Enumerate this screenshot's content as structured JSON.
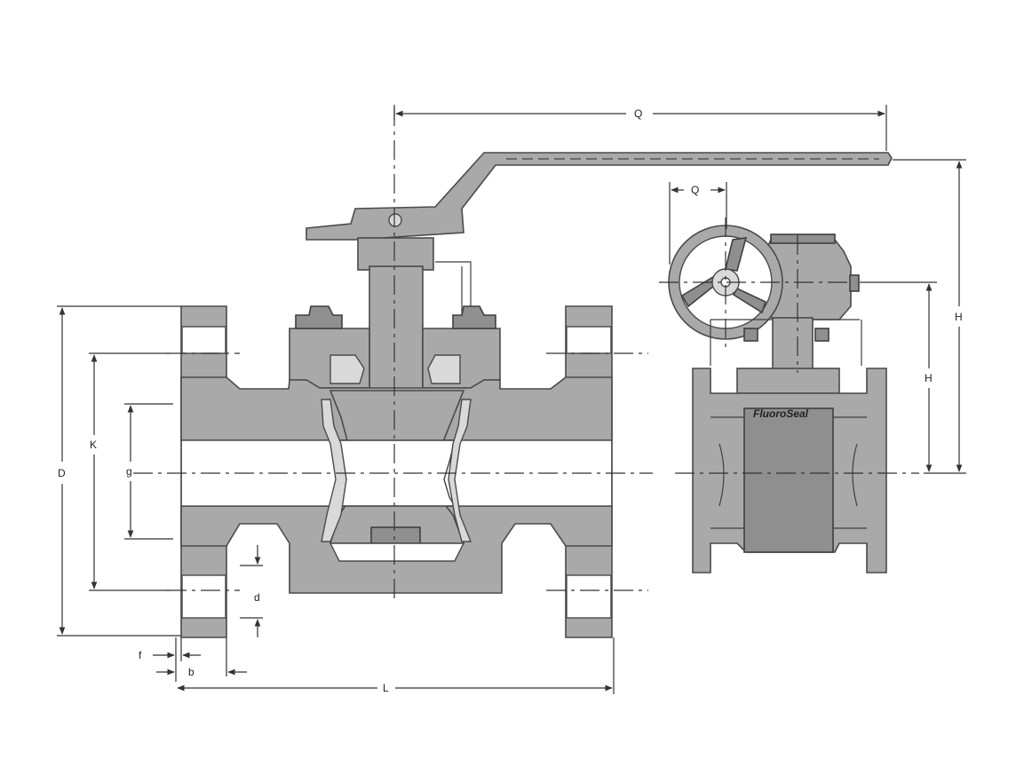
{
  "drawing": {
    "main_view": {
      "dimension_labels": {
        "Q": "Q",
        "D": "D",
        "K": "K",
        "g": "g",
        "d": "d",
        "f": "f",
        "b": "b",
        "L": "L"
      }
    },
    "gear_view": {
      "dimension_labels": {
        "Q": "Q",
        "H_outer": "H",
        "H_inner": "H"
      },
      "nameplate": "FluoroSeal"
    }
  }
}
